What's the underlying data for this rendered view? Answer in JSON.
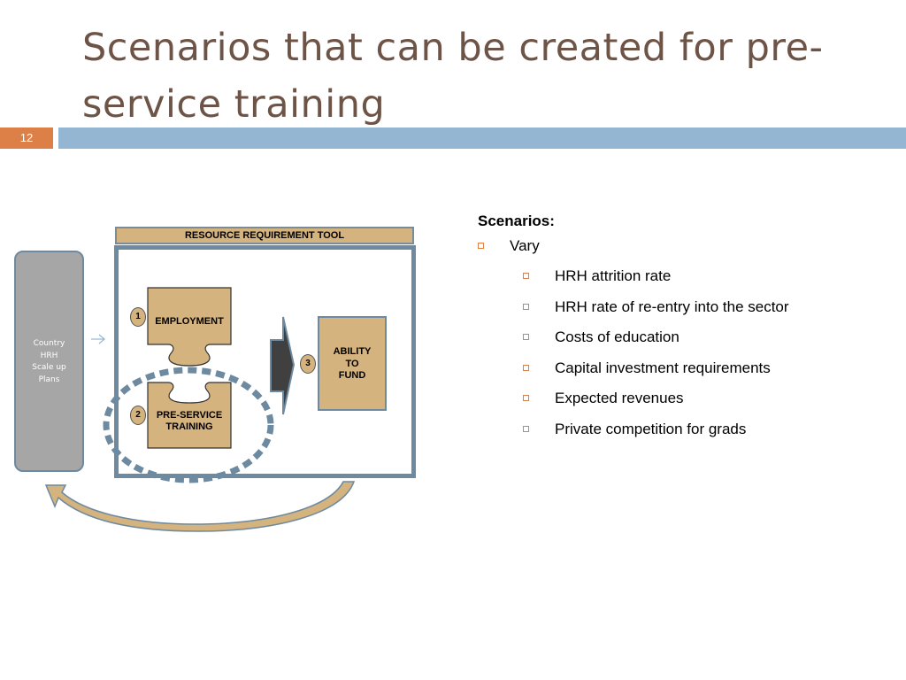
{
  "slide": {
    "title": "Scenarios that can be created for pre-service training",
    "number": "12"
  },
  "colors": {
    "title": "#6e5447",
    "accent_orange": "#dd8047",
    "accent_blue": "#94b6d2",
    "tan": "#d5b37f",
    "frame": "#6d8aa0",
    "gray_box": "#a6a6a6"
  },
  "diagram": {
    "tool_label": "RESOURCE REQUIREMENT TOOL",
    "country_lines": [
      "Country",
      "HRH",
      "Scale up",
      "Plans"
    ],
    "employment": {
      "num": "1",
      "label": "EMPLOYMENT"
    },
    "preservice": {
      "num": "2",
      "label_lines": [
        "PRE-SERVICE",
        "TRAINING"
      ]
    },
    "ability": {
      "num": "3",
      "label_lines": [
        "ABILITY",
        "TO",
        "FUND"
      ]
    }
  },
  "scenarios": {
    "heading": "Scenarios:",
    "level1": "Vary",
    "items": [
      "HRH attrition rate",
      "HRH rate of re-entry into the sector",
      "Costs of education",
      "Capital investment requirements",
      "Expected revenues",
      "Private competition for grads"
    ]
  }
}
